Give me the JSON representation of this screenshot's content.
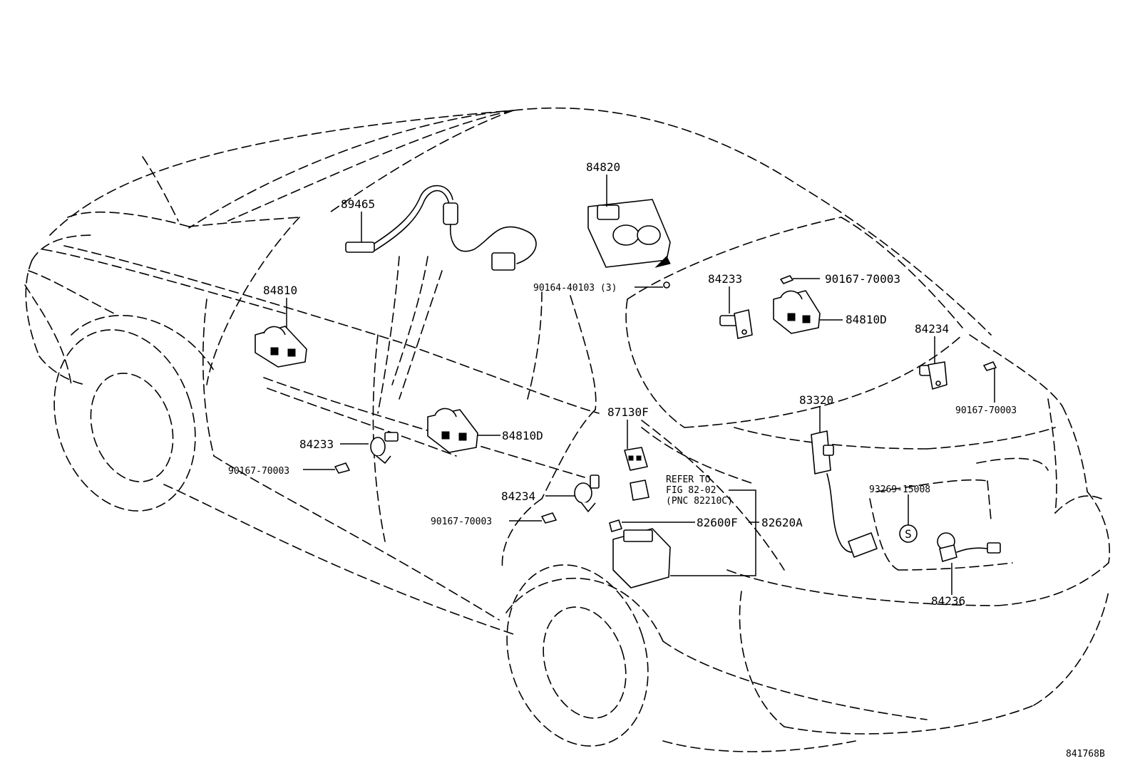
{
  "diagram_id": "841768B",
  "labels": {
    "p89465": "89465",
    "p84820": "84820",
    "p84810": "84810",
    "p84810D_rear": "84810D",
    "p84810D_front": "84810D",
    "p90164": "90164-40103 (3)",
    "p84233_rear": "84233",
    "p84233_front": "84233",
    "p90167_top": "90167-70003",
    "p90167_right": "90167-70003",
    "p90167_left": "90167-70003",
    "p90167_mid": "90167-70003",
    "p84234_rear": "84234",
    "p84234_front": "84234",
    "p87130F": "87130F",
    "p83320": "83320",
    "p93269": "93269-15008",
    "p82600F": "82600F",
    "p82620A": "82620A",
    "p84236": "84236",
    "refer_line1": "REFER TO",
    "refer_line2": "FIG 82-02",
    "refer_line3": "(PNC 82210C)",
    "s_mark": "S"
  }
}
